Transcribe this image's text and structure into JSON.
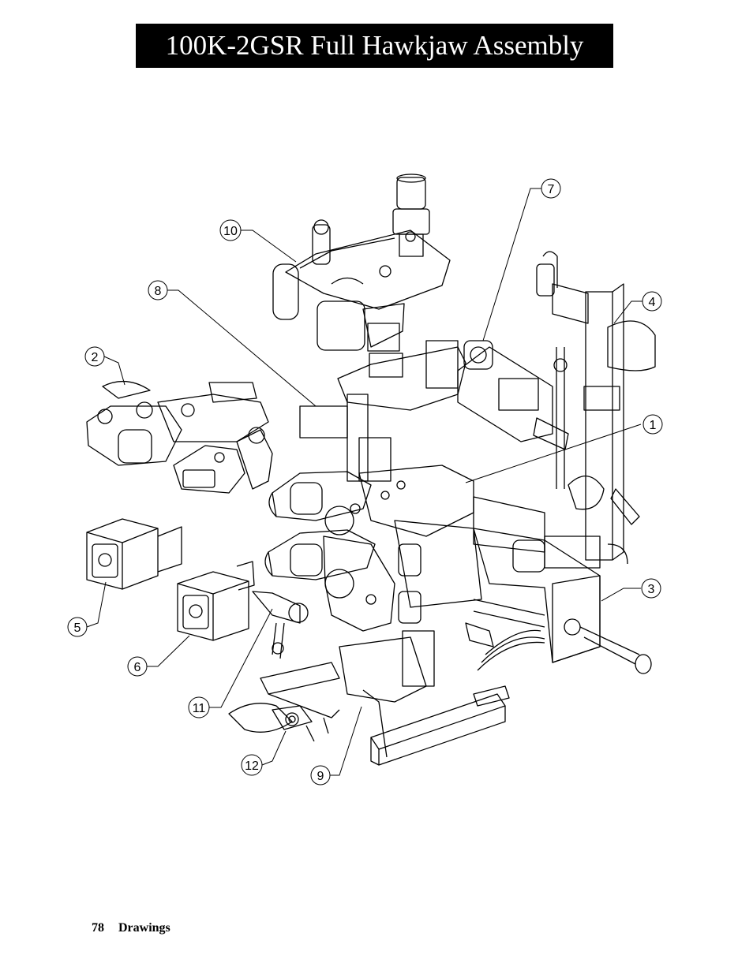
{
  "page": {
    "title": "100K-2GSR Full Hawkjaw Assembly",
    "footer": {
      "page_number": "78",
      "section": "Drawings"
    }
  },
  "callouts": [
    "1",
    "2",
    "3",
    "4",
    "5",
    "6",
    "7",
    "8",
    "9",
    "10",
    "11",
    "12"
  ],
  "colors": {
    "title_background": "#000000",
    "title_text": "#ffffff",
    "line": "#000000"
  }
}
